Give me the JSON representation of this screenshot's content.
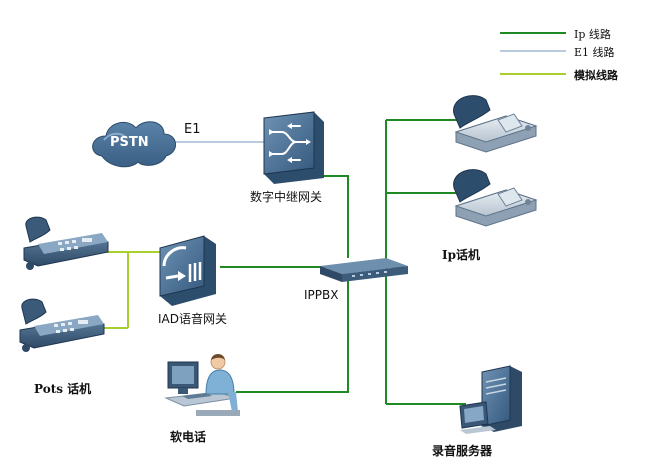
{
  "legend": [
    {
      "label": "Ip 线路",
      "color": "#1f8a24"
    },
    {
      "label": "E1 线路",
      "color": "#8faecc"
    },
    {
      "label": "模拟线路",
      "color": "#a9cf2e"
    }
  ],
  "nodes": {
    "pstn": "PSTN",
    "e1_link": "E1",
    "trunk_gateway": "数字中继网关",
    "ippbx": "IPPBX",
    "iad_gateway": "IAD语音网关",
    "ip_phone": "Ip话机",
    "pots_phone": "Pots 话机",
    "softphone": "软电话",
    "recording_server": "录音服务器"
  },
  "icons": {
    "pstn": "cloud-icon",
    "trunk_gateway": "trunk-gateway-icon",
    "ippbx": "ippbx-switch-icon",
    "iad_gateway": "iad-gateway-icon",
    "ip_phone": "ip-phone-icon",
    "pots_phone": "desk-phone-icon",
    "softphone": "softphone-user-icon",
    "recording_server": "server-icon"
  }
}
